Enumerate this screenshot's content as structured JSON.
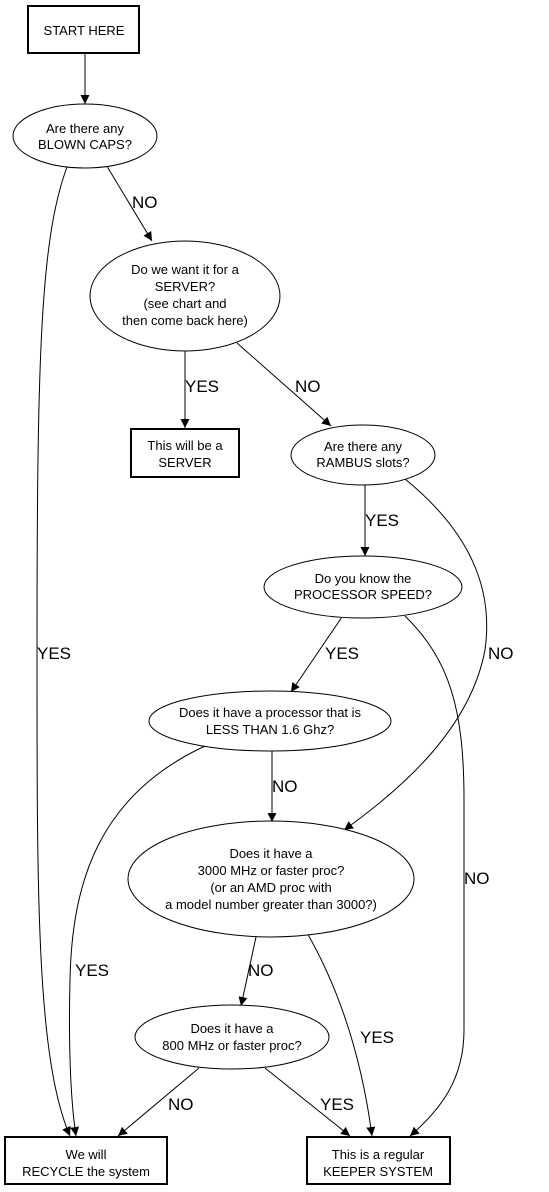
{
  "nodes": {
    "start": [
      "START HERE"
    ],
    "blown_caps": [
      "Are there any",
      "BLOWN CAPS?"
    ],
    "want_server": [
      "Do we want it for a",
      "SERVER?",
      "(see chart and",
      "then come back here)"
    ],
    "server": [
      "This will be a",
      "SERVER"
    ],
    "rambus": [
      "Are there any",
      "RAMBUS slots?"
    ],
    "proc_speed": [
      "Do you know the",
      "PROCESSOR SPEED?"
    ],
    "less_16": [
      "Does it have a processor that is",
      "LESS THAN 1.6 Ghz?"
    ],
    "mhz_3000": [
      "Does it have a",
      "3000 MHz or faster proc?",
      "(or an AMD proc with",
      "a model number greater than 3000?)"
    ],
    "mhz_800": [
      "Does it have a",
      "800 MHz or faster proc?"
    ],
    "recycle": [
      "We will",
      "RECYCLE the system"
    ],
    "keeper": [
      "This is a regular",
      "KEEPER SYSTEM"
    ]
  },
  "edge_labels": {
    "caps_no": "NO",
    "caps_yes": "YES",
    "server_yes": "YES",
    "server_no": "NO",
    "rambus_yes": "YES",
    "rambus_no": "NO",
    "speed_yes": "YES",
    "speed_no": "NO",
    "less_no": "NO",
    "less_yes": "YES",
    "mhz3000_no": "NO",
    "mhz3000_yes": "YES",
    "mhz800_no": "NO",
    "mhz800_yes": "YES"
  }
}
